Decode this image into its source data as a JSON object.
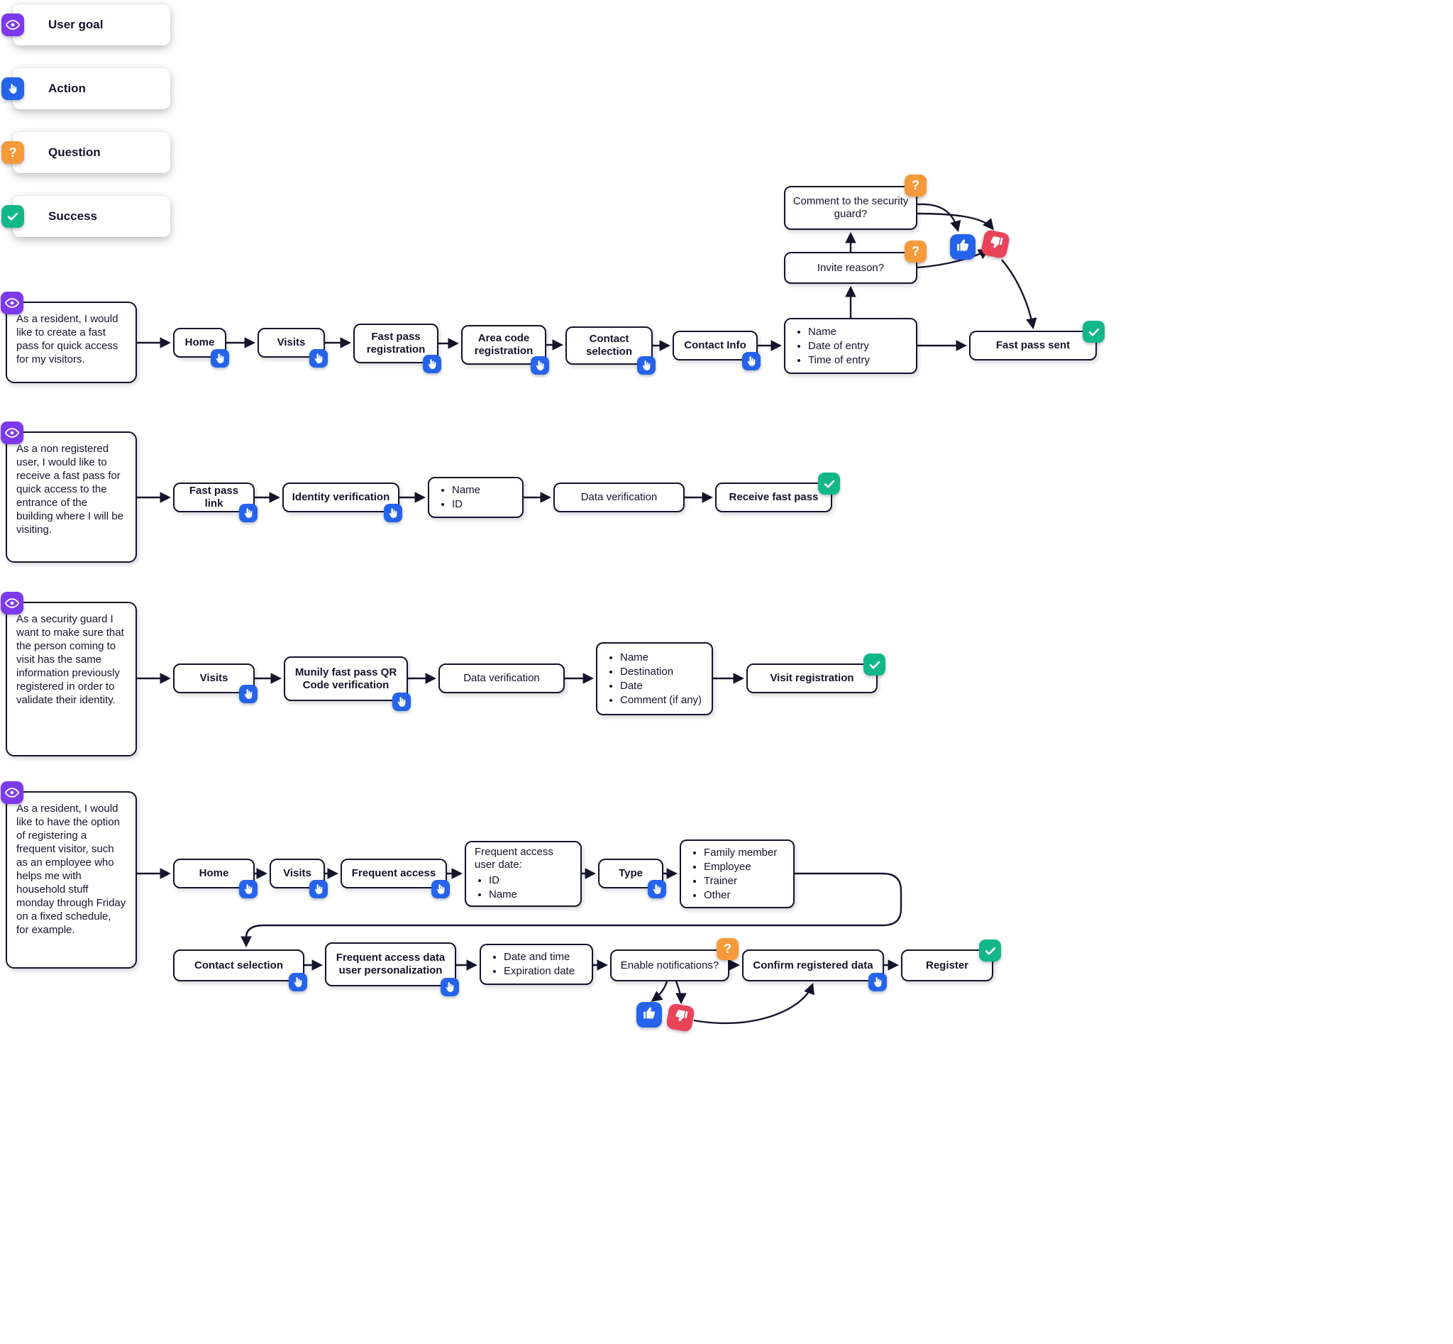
{
  "legend": {
    "items": [
      {
        "label": "User goal",
        "icon": "eye-icon",
        "color": "#7C3AED"
      },
      {
        "label": "Action",
        "icon": "click-icon",
        "color": "#2563EB"
      },
      {
        "label": "Question",
        "icon": "question-icon",
        "color": "#F59A3B"
      },
      {
        "label": "Success",
        "icon": "check-icon",
        "color": "#12B789"
      }
    ]
  },
  "colors": {
    "purple": "#7C3AED",
    "blue": "#2563EB",
    "orange": "#F59A3B",
    "green": "#12B789",
    "red": "#E94359",
    "ink": "#14142B"
  },
  "flow1": {
    "goal": "As a resident, I would like to create a fast pass for quick access for my visitors.",
    "home": "Home",
    "visits": "Visits",
    "fast_pass_registration": "Fast pass registration",
    "area_code_registration": "Area code registration",
    "contact_selection": "Contact selection",
    "contact_info": "Contact Info",
    "entry_details": [
      "Name",
      "Date of entry",
      "Time of entry"
    ],
    "fast_pass_sent": "Fast pass sent",
    "invite_reason": "Invite reason?",
    "comment_guard": "Comment to the security guard?"
  },
  "flow2": {
    "goal": "As a non registered user, I would like to receive a fast pass for quick access to the entrance of the building where I will be visiting.",
    "fast_pass_link": "Fast pass link",
    "identity_verification": "Identity verification",
    "identity_fields": [
      "Name",
      "ID"
    ],
    "data_verification": "Data verification",
    "receive_fast_pass": "Receive fast pass"
  },
  "flow3": {
    "goal": "As a security guard I want to make sure that the person coming to visit has the same information previously registered in order to validate their identity.",
    "visits": "Visits",
    "qr_verification": "Munily fast pass QR Code verification",
    "data_verification": "Data verification",
    "visit_fields": [
      "Name",
      "Destination",
      "Date",
      "Comment (if any)"
    ],
    "visit_registration": "Visit registration"
  },
  "flow4": {
    "goal": "As a resident, I would like to have the option of registering a frequent visitor, such as an employee who helps me with household stuff monday through Friday on a fixed schedule, for example.",
    "home": "Home",
    "visits": "Visits",
    "frequent_access": "Frequent access",
    "user_data_title": "Frequent access user date:",
    "user_data_fields": [
      "ID",
      "Name"
    ],
    "type": "Type",
    "type_options": [
      "Family member",
      "Employee",
      "Trainer",
      "Other"
    ],
    "contact_selection": "Contact selection",
    "personalization": "Frequent access data user personalization",
    "schedule_fields": [
      "Date and time",
      "Expiration date"
    ],
    "enable_notifications": "Enable notifications?",
    "confirm_registered_data": "Confirm registered data",
    "register": "Register"
  }
}
